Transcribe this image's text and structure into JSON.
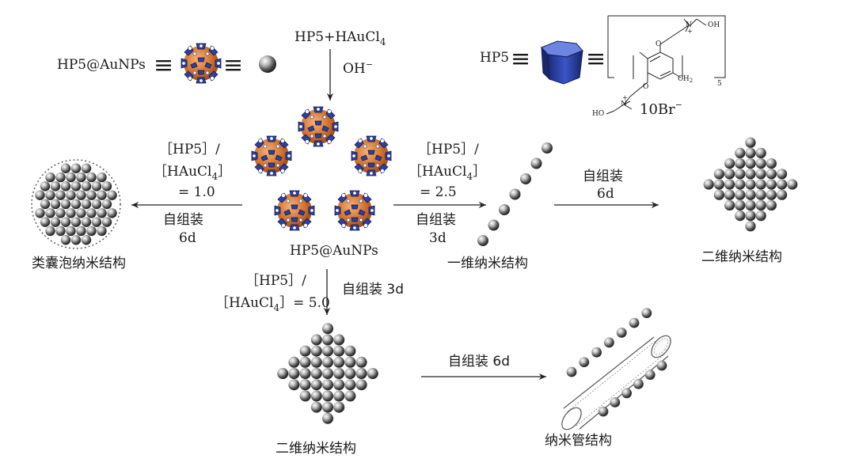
{
  "legend": {
    "hp5_aunps_label": "HP5@AuNPs",
    "equiv_symbol": "≡",
    "hp5_label": "HP5",
    "counter_ion": "10Br",
    "counter_ion_sup": "−",
    "repeat_n": "5",
    "group_oh": "OH",
    "group_ho": "HO",
    "group_ch2": "CH",
    "group_ch2_sub": "2",
    "charge_plus": "+"
  },
  "synthesis": {
    "reagents_main": "HP5+HAuCl",
    "reagents_sub": "4",
    "base_label": "OH",
    "base_sup": "−",
    "product_label": "HP5@AuNPs"
  },
  "left_branch": {
    "ratio_line1": "［HP5］/",
    "ratio_line2_main": "［HAuCl",
    "ratio_line2_sub": "4",
    "ratio_line2_close": "］",
    "ratio_value": "= 1.0",
    "condition_line1": "自组装",
    "condition_line2": "6d",
    "product": "类囊泡纳米结构"
  },
  "right_branch": {
    "ratio_line1": "［HP5］/",
    "ratio_line2_main": "［HAuCl",
    "ratio_line2_sub": "4",
    "ratio_line2_close": "］",
    "ratio_value": "= 2.5",
    "condition_line1": "自组装",
    "condition_line2": "3d",
    "product_1d": "一维纳米结构",
    "step2_line1": "自组装",
    "step2_line2": "6d",
    "product_2d": "二维纳米结构"
  },
  "bottom_branch": {
    "ratio_line1": "［HP5］/",
    "ratio_line2_main": "［HAuCl",
    "ratio_line2_sub": "4",
    "ratio_line2_rest": "］= 5.0",
    "condition": "自组装 3d",
    "product_2d": "二维纳米结构",
    "step2": "自组装 6d",
    "product_tube": "纳米管结构"
  }
}
